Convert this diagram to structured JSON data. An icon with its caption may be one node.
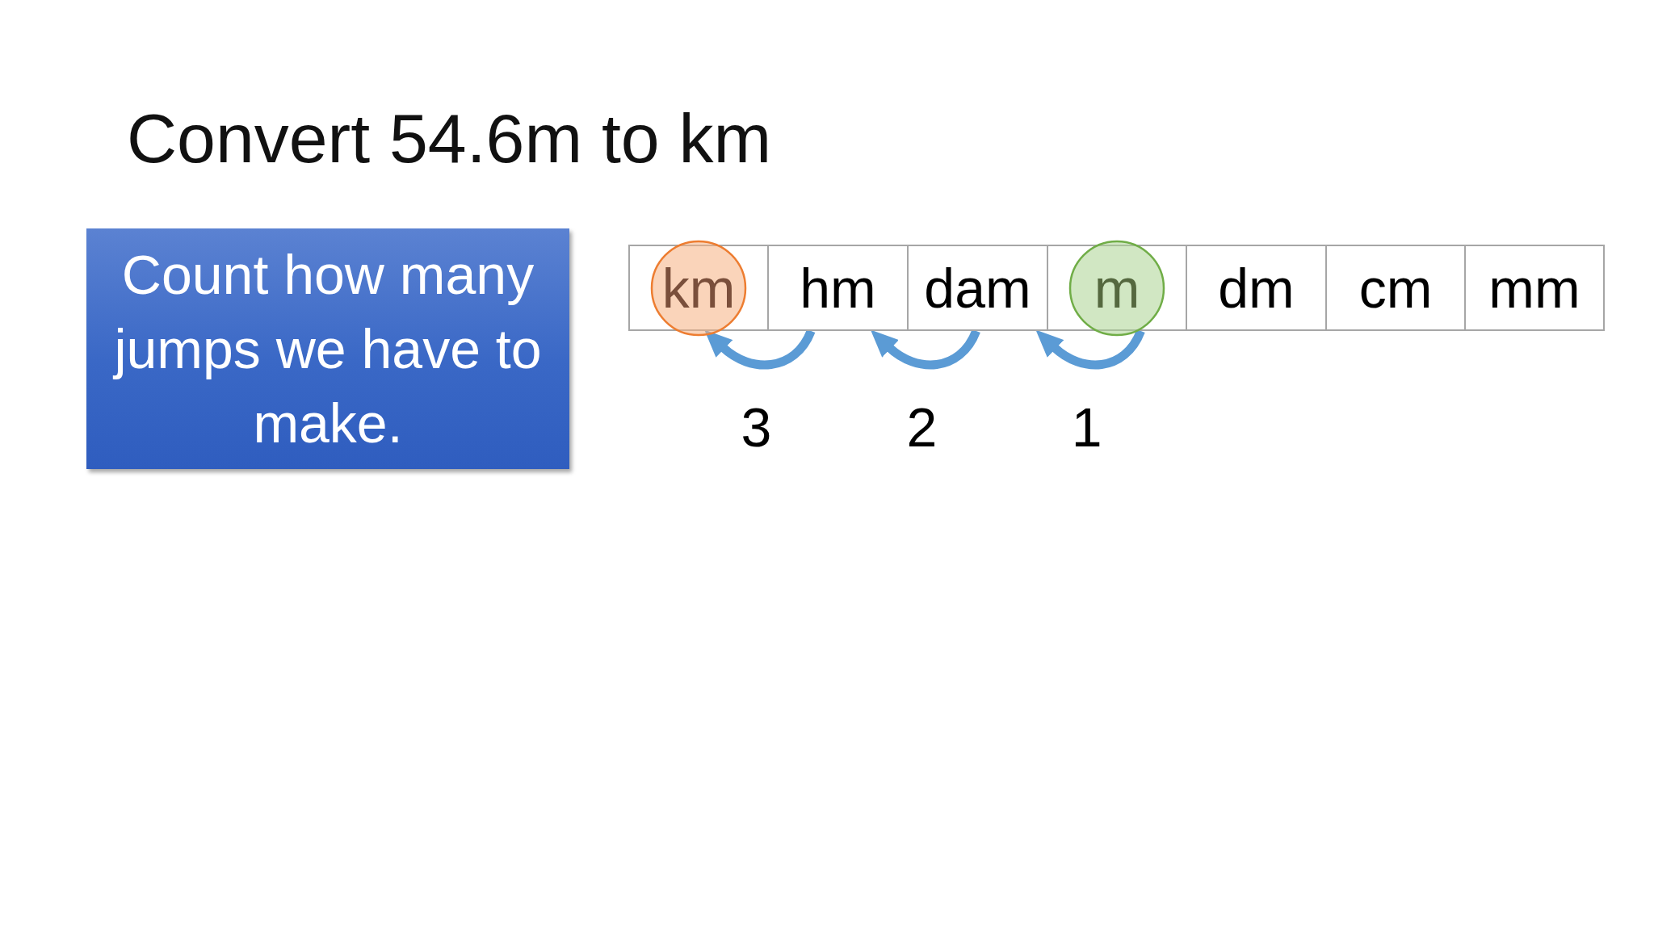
{
  "diagram": {
    "title": "Convert 54.6m to km",
    "nodes": [
      {
        "text": [
          "Count how many jumps we have to make."
        ]
      },
      {
        "text": [
          "km"
        ]
      },
      {
        "text": [
          "hm"
        ]
      },
      {
        "text": [
          "dam"
        ]
      },
      {
        "text": [
          "m"
        ]
      },
      {
        "text": [
          "dm"
        ]
      },
      {
        "text": [
          "cm"
        ]
      },
      {
        "text": [
          "mm"
        ]
      }
    ],
    "edges": [
      {
        "from": 2,
        "to": 1,
        "arrow": "to",
        "label": "3"
      },
      {
        "from": 3,
        "to": 2,
        "arrow": "to",
        "label": "2"
      },
      {
        "from": 4,
        "to": 3,
        "arrow": "to",
        "label": "1"
      }
    ]
  }
}
